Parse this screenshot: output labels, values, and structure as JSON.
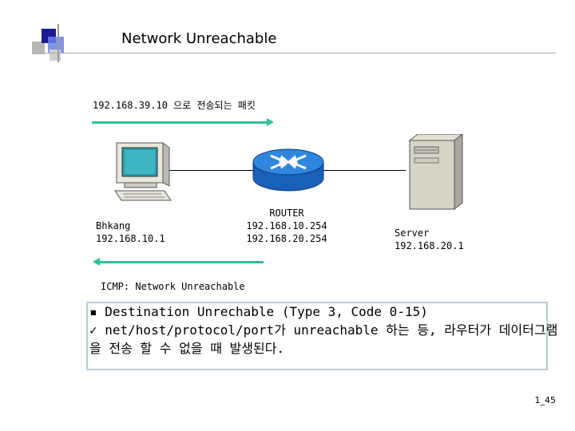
{
  "slide": {
    "title": "Network Unreachable",
    "page_number": "1_45"
  },
  "diagram": {
    "packet_label": "192.168.39.10 으로 전송되는 패킷",
    "host": {
      "name": "Bhkang",
      "ip": "192.168.10.1"
    },
    "router": {
      "name": "ROUTER",
      "ip1": "192.168.10.254",
      "ip2": "192.168.20.254"
    },
    "server": {
      "name": "Server",
      "ip": "192.168.20.1"
    },
    "icmp_label": "ICMP: Network Unreachable"
  },
  "note": {
    "line1": "▪ Destination Unrechable (Type 3, Code 0-15)",
    "line2": "✓ net/host/protocol/port가 unreachable 하는 등, 라우터가 데이터그램",
    "line3": "  을 전송 할 수 없을 때 발생된다."
  },
  "colors": {
    "arrow": "#2fbf9f",
    "router": "#1e6fd0",
    "box_border": "#b7d0d8"
  },
  "icons": [
    "pc-icon",
    "router-icon",
    "server-icon"
  ]
}
